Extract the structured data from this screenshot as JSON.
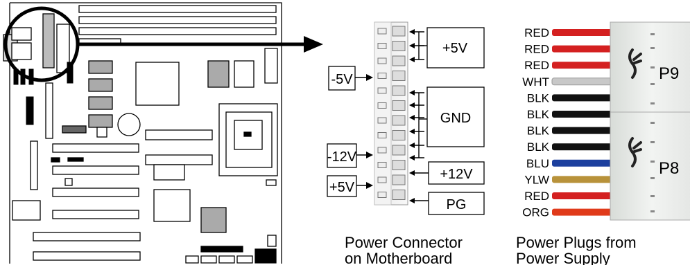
{
  "connector_labels": {
    "plus5_top": "+5V",
    "minus5": "-5V",
    "gnd": "GND",
    "minus12": "-12V",
    "plus12": "+12V",
    "plus5_bottom": "+5V",
    "pg": "PG"
  },
  "wires": [
    {
      "label": "RED",
      "color": "#d42020"
    },
    {
      "label": "RED",
      "color": "#d42020"
    },
    {
      "label": "RED",
      "color": "#d42020"
    },
    {
      "label": "WHT",
      "color": "#c8c8c8"
    },
    {
      "label": "BLK",
      "color": "#111111"
    },
    {
      "label": "BLK",
      "color": "#111111"
    },
    {
      "label": "BLK",
      "color": "#111111"
    },
    {
      "label": "BLK",
      "color": "#111111"
    },
    {
      "label": "BLU",
      "color": "#1c3f9e"
    },
    {
      "label": "YLW",
      "color": "#b8923a"
    },
    {
      "label": "RED",
      "color": "#d42020"
    },
    {
      "label": "ORG",
      "color": "#e03a1a"
    }
  ],
  "plugs": {
    "p9": "P9",
    "p8": "P8"
  },
  "captions": {
    "connector_line1": "Power Connector",
    "connector_line2": "on Motherboard",
    "plugs_line1": "Power Plugs from",
    "plugs_line2": "Power Supply"
  }
}
